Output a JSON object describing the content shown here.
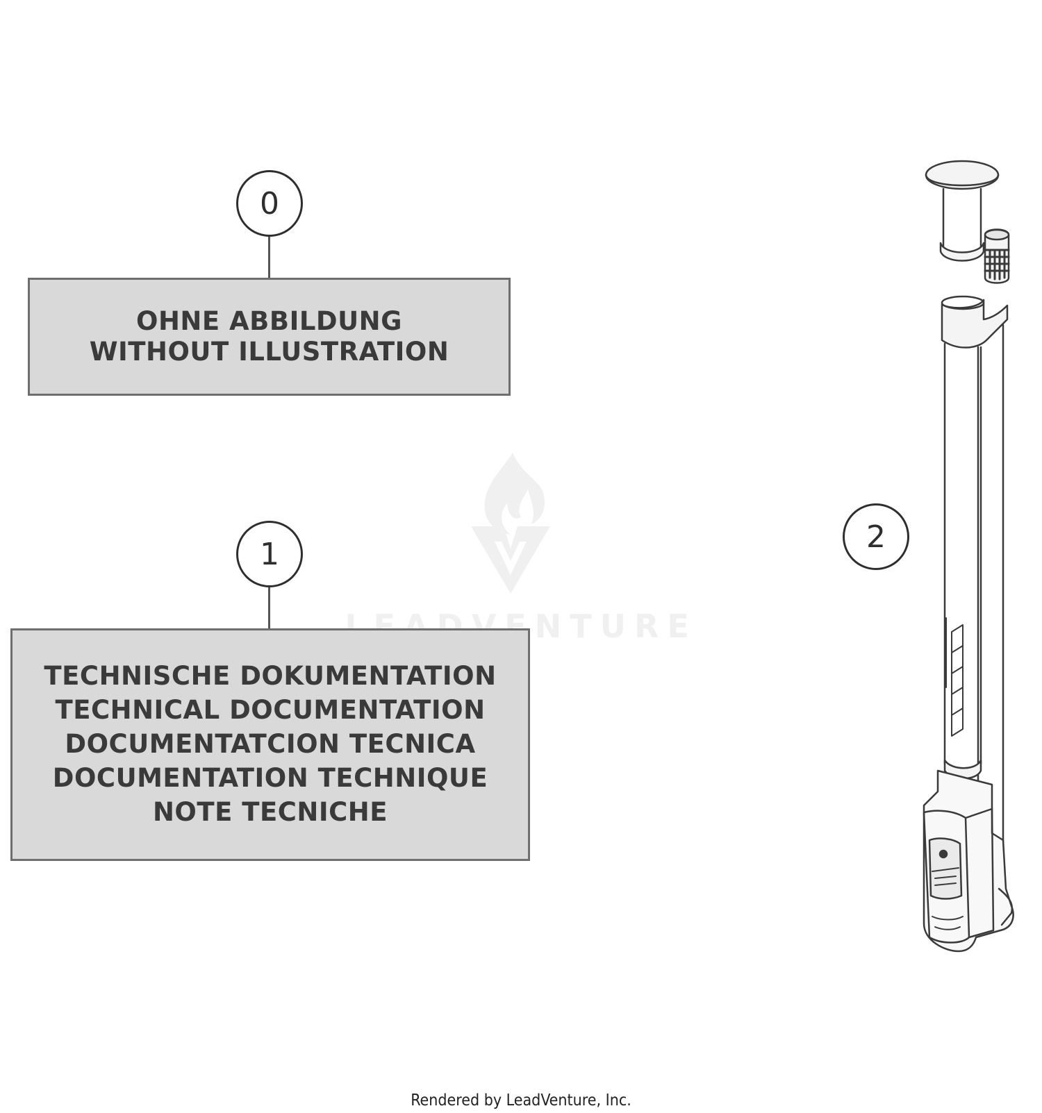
{
  "callouts": [
    {
      "id": "0",
      "label": "0"
    },
    {
      "id": "1",
      "label": "1"
    },
    {
      "id": "2",
      "label": "2"
    }
  ],
  "box0": {
    "lines": [
      "OHNE ABBILDUNG",
      "WITHOUT ILLUSTRATION"
    ]
  },
  "box1": {
    "lines": [
      "TECHNISCHE DOKUMENTATION",
      "TECHNICAL DOCUMENTATION",
      "DOCUMENTATCION TECNICA",
      "DOCUMENTATION TECHNIQUE",
      "NOTE TECNICHE"
    ]
  },
  "watermark": {
    "text": "LEADVENTURE"
  },
  "footer": {
    "text": "Rendered by LeadVenture, Inc."
  },
  "colors": {
    "box_fill": "#d9d9d9",
    "box_border": "#6e6e6e",
    "line_art": "#2e2e2e"
  }
}
